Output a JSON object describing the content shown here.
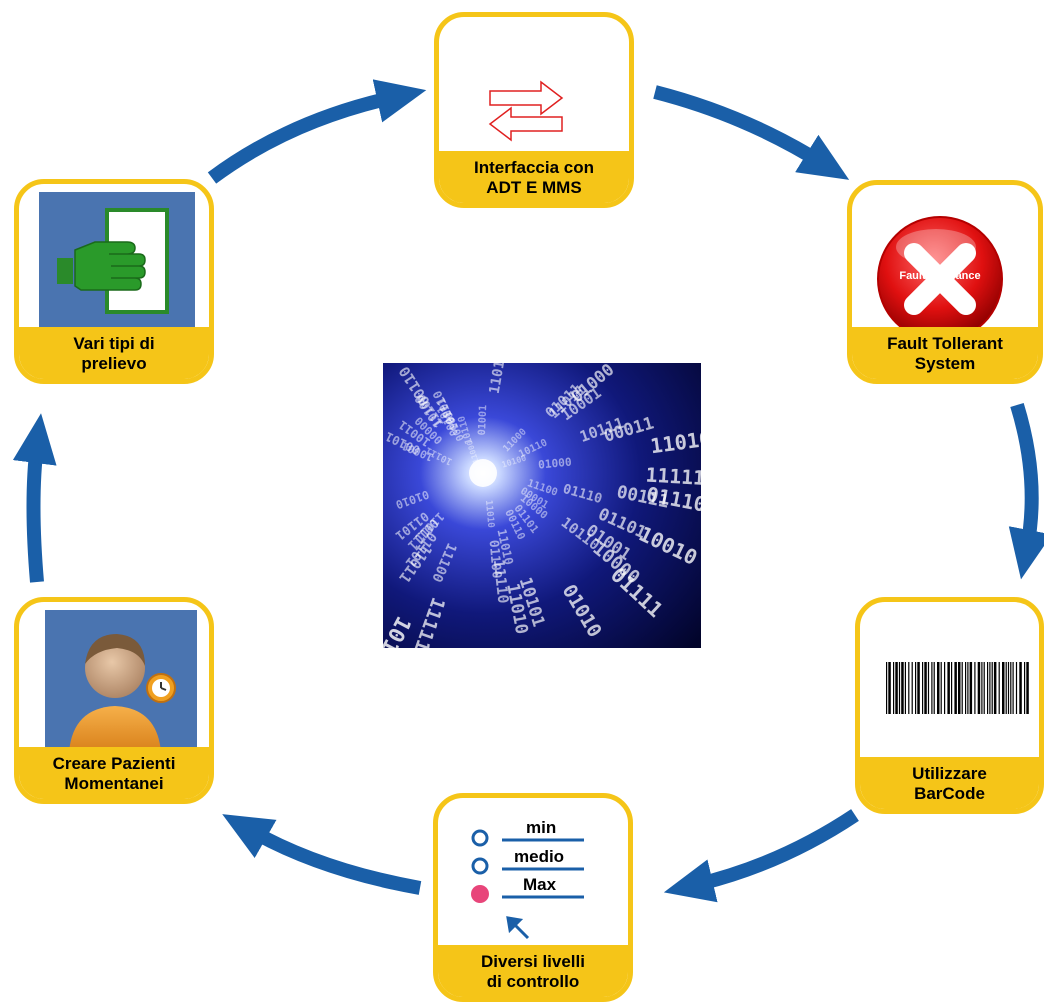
{
  "cards": {
    "interfaccia": {
      "line1": "Interfaccia con",
      "line2": "ADT E MMS"
    },
    "fault": {
      "line1": "Fault Tollerant",
      "line2": "System",
      "badge": "Fault tollerance"
    },
    "barcode": {
      "line1": "Utilizzare",
      "line2": "BarCode"
    },
    "livelli": {
      "line1": "Diversi livelli",
      "line2": "di controllo",
      "options": [
        "min",
        "medio",
        "Max"
      ]
    },
    "pazienti": {
      "line1": "Creare Pazienti",
      "line2": "Momentanei"
    },
    "prelievo": {
      "line1": "Vari tipi di",
      "line2": "prelievo"
    }
  },
  "colors": {
    "arrow": "#1a5fa8",
    "card_border": "#f5c518",
    "panel_blue": "#4a74b0"
  },
  "icons": [
    "exchange-arrows-icon",
    "error-x-icon",
    "barcode-icon",
    "level-list-icon",
    "patient-clock-icon",
    "hand-document-icon",
    "binary-tunnel-image"
  ]
}
